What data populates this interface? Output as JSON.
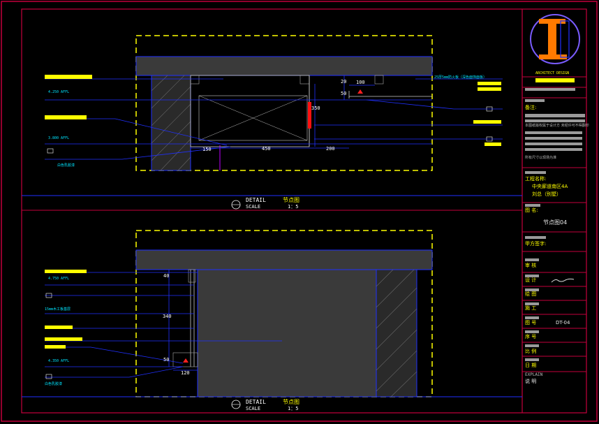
{
  "drawing": {
    "top_detail": {
      "dims": [
        "100",
        "20",
        "50",
        "350",
        "150",
        "450",
        "200"
      ],
      "levels": [
        "4.250 AFFL",
        "3.800 AFFL"
      ],
      "note_right": "25厚5mm防火板（深色面饰面板）",
      "note_left": "白色乳胶漆",
      "title": "DETAIL",
      "title_cn": "节点图",
      "scale_label": "SCALE",
      "scale_value": "1：5"
    },
    "bottom_detail": {
      "dims": [
        "40",
        "340",
        "50",
        "120"
      ],
      "levels": [
        "4.750 AFFL",
        "4.350 AFFL"
      ],
      "note_mid": "15mm木工板基层",
      "note_left": "白色乳胶漆",
      "title": "DETAIL",
      "title_cn": "节点图",
      "scale_label": "SCALE",
      "scale_value": "1：5"
    }
  },
  "title_block": {
    "brand": "ARCHITECT DESIGN",
    "notes_label": "备注:",
    "notes_line1": "本图纸版权属于设计方 未经许可不得翻印",
    "notes_line2": "所有尺寸以现场为准",
    "project_label": "工程名称:",
    "project_name_1": "中央廊道南区4A",
    "project_name_2": "刘总（别墅）",
    "drawing_name_label": "图 名:",
    "drawing_name": "节点图04",
    "designer_label": "甲方签字:",
    "review_label": "审 核",
    "design_label": "设 计",
    "draw_label": "绘 图",
    "construct_label": "施 工",
    "drawing_no_label": "图 号",
    "drawing_no": "DT-04",
    "seq_label": "序 号",
    "ratio_label": "比 例",
    "date_label": "日 期",
    "explain_label": "EXPLAIN",
    "explain_cn": "说 明",
    "colors": {
      "frame": "#c4003c",
      "accent_yellow": "#ffff00",
      "line_blue": "#2030ff",
      "logo_orange": "#ff7a00"
    }
  }
}
